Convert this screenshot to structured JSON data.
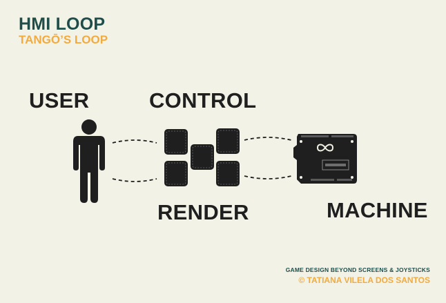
{
  "title": "HMI LOOP",
  "subtitle": "TANGŌ’S LOOP",
  "labels": {
    "user": "USER",
    "control": "CONTROL",
    "render": "RENDER",
    "machine": "MACHINE"
  },
  "credits": {
    "line1": "GAME DESIGN BEYOND SCREENS & JOYSTICKS",
    "line2": "© TATIANA VILELA DOS SANTOS"
  },
  "colors": {
    "background": "#f3f2e7",
    "title": "#1e4d4a",
    "accent": "#f2ab3c",
    "ink": "#1f1f1f"
  },
  "icons": {
    "user": "person-icon",
    "controller": "tangible-blocks-icon",
    "machine": "arduino-board-icon"
  }
}
